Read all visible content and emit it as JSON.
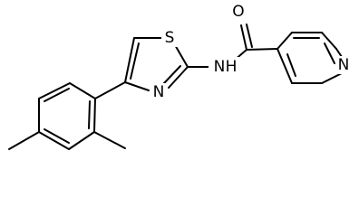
{
  "molecule": {
    "atoms": {
      "thiazole_sulfur": "S",
      "thiazole_nitrogen": "N",
      "amide_nitrogen": "N",
      "amide_hydrogen": "H",
      "carbonyl_oxygen": "O",
      "pyridine_nitrogen": "N"
    }
  }
}
